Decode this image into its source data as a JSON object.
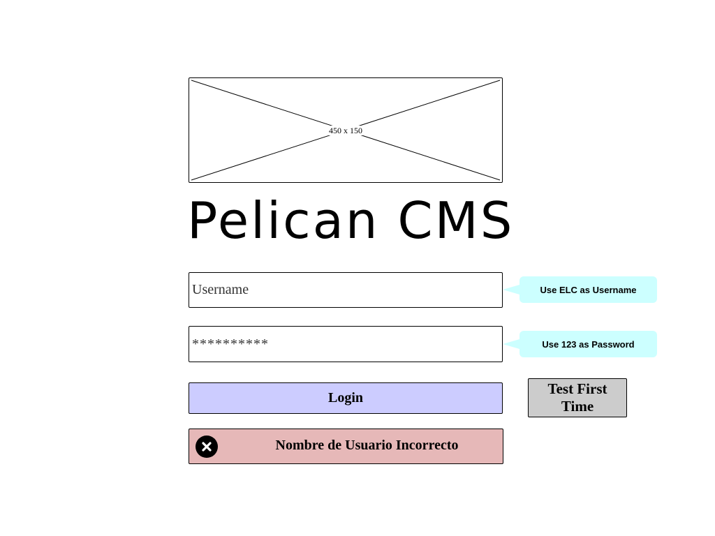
{
  "logo_placeholder": {
    "label": "450 x 150"
  },
  "app": {
    "title": "Pelican CMS"
  },
  "login_form": {
    "username_placeholder": "Username",
    "password_value": "**********",
    "login_label": "Login",
    "test_first_time_label": "Test First Time"
  },
  "hints": {
    "username": "Use ELC as Username",
    "password": "Use 123 as Password",
    "color": "#ccffff"
  },
  "error": {
    "message": "Nombre de Usuario Incorrecto",
    "icon": "close-circle-icon",
    "color": "#e6b8b8"
  },
  "colors": {
    "login_button": "#ccccff",
    "test_button": "#cccccc"
  }
}
